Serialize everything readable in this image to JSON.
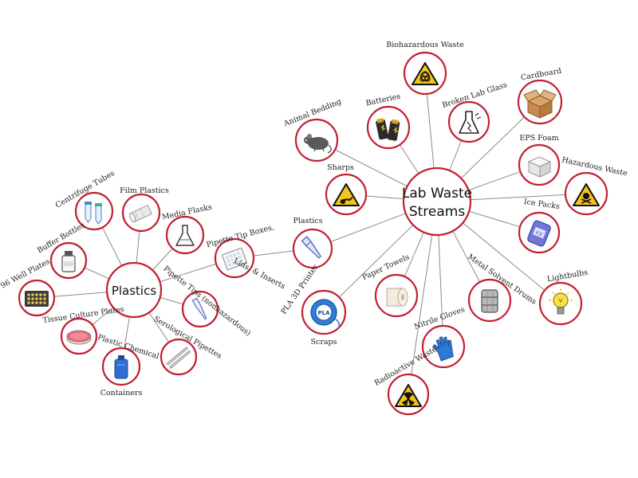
{
  "main_hub": {
    "label_line1": "Lab Waste",
    "label_line2": "Streams"
  },
  "plastics_hub": {
    "label": "Plastics"
  },
  "main_nodes": {
    "biohazardous": {
      "label": "Biohazardous Waste",
      "icon": "biohazard-sign-icon"
    },
    "cardboard": {
      "label": "Cardboard",
      "icon": "cardboard-box-icon"
    },
    "broken_glass": {
      "label": "Broken Lab Glass",
      "icon": "broken-flask-icon"
    },
    "batteries": {
      "label": "Batteries",
      "icon": "batteries-icon"
    },
    "animal_bedding": {
      "label": "Animal Bedding",
      "icon": "mouse-icon"
    },
    "eps_foam": {
      "label": "EPS Foam",
      "icon": "foam-block-icon"
    },
    "hazardous": {
      "label": "Hazardous Waste",
      "icon": "skull-crossbones-icon"
    },
    "sharps": {
      "label": "Sharps",
      "icon": "sharps-warning-icon"
    },
    "ice_packs": {
      "label": "Ice Packs",
      "icon": "ice-pack-icon"
    },
    "plastics_link": {
      "label": "Plastics",
      "icon": "pipette-tip-icon"
    },
    "lightbulbs": {
      "label": "Lightbulbs",
      "icon": "lightbulb-icon"
    },
    "solvent_drums": {
      "label": "Metal Solvent Drums",
      "icon": "drum-icon"
    },
    "paper_towels": {
      "label": "Paper Towels",
      "icon": "paper-roll-icon"
    },
    "pla_printer": {
      "label": "PLA 3D Printer",
      "label2": "Scraps",
      "icon": "pla-filament-icon",
      "badge": "PLA"
    },
    "nitrile_gloves": {
      "label": "Nitrile Gloves",
      "icon": "glove-icon"
    },
    "radioactive": {
      "label": "Radioactive Waste",
      "icon": "radiation-sign-icon"
    }
  },
  "plastics_nodes": {
    "centrifuge_tubes": {
      "label": "Centrifuge Tubes",
      "icon": "centrifuge-tubes-icon"
    },
    "film_plastics": {
      "label": "Film Plastics",
      "icon": "film-roll-icon"
    },
    "media_flasks": {
      "label": "Media Flasks",
      "icon": "media-flask-icon"
    },
    "buffer_bottles": {
      "label": "Buffer Bottles",
      "icon": "bottle-icon"
    },
    "pipette_tip_boxes": {
      "label": "Pipette Tip Boxes,",
      "label2": "Lids, & Inserts",
      "icon": "tip-box-icon"
    },
    "well_plates": {
      "label": "96 Well Plates",
      "icon": "well-plate-icon"
    },
    "pipette_tips": {
      "label": "Pipette Tips (nonhazardous)",
      "icon": "pipette-tip-icon"
    },
    "tissue_culture": {
      "label": "Tissue Culture Plates",
      "icon": "petri-dish-icon"
    },
    "serological": {
      "label": "Serological Pipettes",
      "icon": "serological-pipettes-icon"
    },
    "chemical_containers": {
      "label": "Plastic Chemical",
      "label2": "Containers",
      "icon": "chemical-jug-icon"
    }
  },
  "colors": {
    "ring": "#c21f32",
    "edge": "#8a8a8a",
    "hazard_yellow": "#f3c41a",
    "ice_blue": "#6f78d8",
    "container_blue": "#2f6fd0",
    "glove_blue": "#2d7ad6"
  }
}
